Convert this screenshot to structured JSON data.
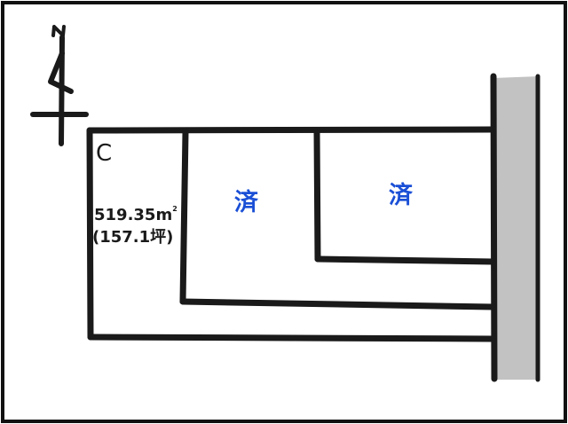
{
  "north_symbol": {
    "letter": "N",
    "label_visible": false
  },
  "lot_c": {
    "id": "C",
    "area_m2": "519.35",
    "area_unit_base": "m",
    "area_unit_sup": "2",
    "area_tsubo": "(157.1坪)"
  },
  "sold_lots": [
    {
      "status": "済"
    },
    {
      "status": "済"
    }
  ],
  "colors": {
    "line": "#1a1a1a",
    "road": "#c2c2c2",
    "sold_text": "#1a4fd6",
    "background": "#ffffff"
  }
}
